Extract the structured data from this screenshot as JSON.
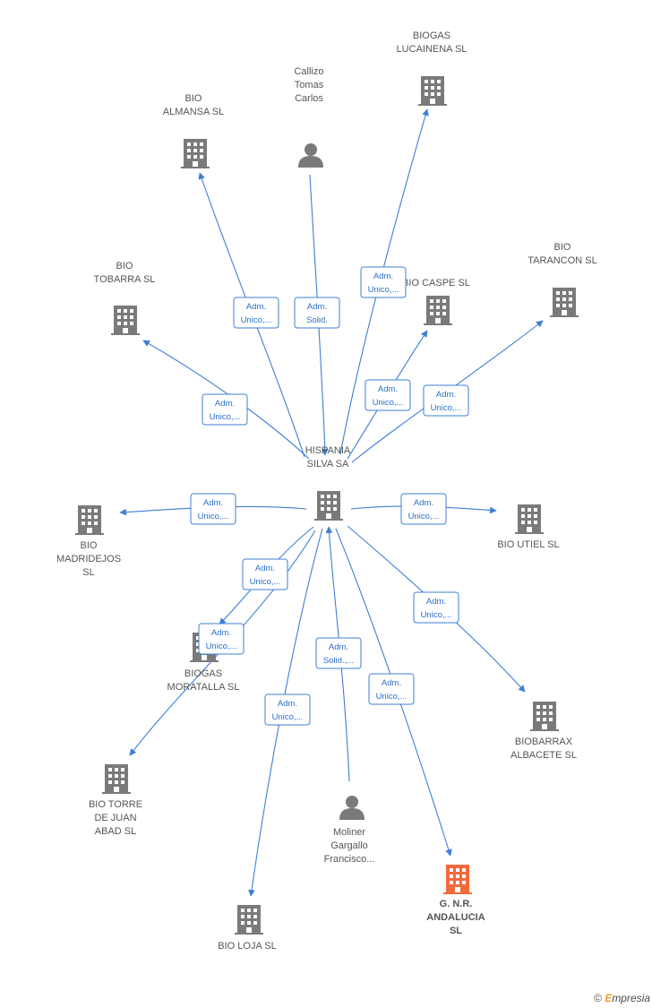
{
  "colors": {
    "edge": "#3d7fd6",
    "node": "#7a7a7a",
    "highlight": "#f26a3c"
  },
  "nodes": [
    {
      "id": "hispania",
      "type": "company",
      "label": [
        "HISPANIA",
        "SILVA SA"
      ],
      "x": 0,
      "y": 0
    },
    {
      "id": "biogas_lucainena",
      "type": "company",
      "label": [
        "BIOGAS",
        "LUCAINENA  SL"
      ]
    },
    {
      "id": "callizo",
      "type": "person",
      "label": [
        "Callizo",
        "Tomas",
        "Carlos"
      ]
    },
    {
      "id": "bio_almansa",
      "type": "company",
      "label": [
        "BIO",
        "ALMANSA  SL"
      ]
    },
    {
      "id": "bio_tobarra",
      "type": "company",
      "label": [
        "BIO",
        "TOBARRA  SL"
      ]
    },
    {
      "id": "bio_caspe",
      "type": "company",
      "label": [
        "BIO CASPE  SL"
      ]
    },
    {
      "id": "bio_tarancon",
      "type": "company",
      "label": [
        "BIO",
        "TARANCON  SL"
      ]
    },
    {
      "id": "bio_madridejos",
      "type": "company",
      "label": [
        "BIO",
        "MADRIDEJOS",
        "SL"
      ]
    },
    {
      "id": "bio_utiel",
      "type": "company",
      "label": [
        "BIO UTIEL  SL"
      ]
    },
    {
      "id": "biogas_moratalla",
      "type": "company",
      "label": [
        "BIOGAS",
        "MORATALLA  SL"
      ]
    },
    {
      "id": "bio_torre",
      "type": "company",
      "label": [
        "BIO TORRE",
        "DE JUAN",
        "ABAD  SL"
      ]
    },
    {
      "id": "biobarrax",
      "type": "company",
      "label": [
        "BIOBARRAX",
        "ALBACETE  SL"
      ]
    },
    {
      "id": "moliner",
      "type": "person",
      "label": [
        "Moliner",
        "Gargallo",
        "Francisco..."
      ]
    },
    {
      "id": "gnr_andalucia",
      "type": "company",
      "highlight": true,
      "label": [
        "G. N.R.",
        "ANDALUCIA",
        "SL"
      ]
    },
    {
      "id": "bio_loja",
      "type": "company",
      "label": [
        "BIO LOJA  SL"
      ]
    }
  ],
  "edges": [
    {
      "from": "hispania",
      "to": "biogas_lucainena",
      "label": [
        "Adm.",
        "Unico,..."
      ]
    },
    {
      "from": "callizo",
      "to": "hispania",
      "label": [
        "Adm.",
        "Solid."
      ]
    },
    {
      "from": "hispania",
      "to": "bio_almansa",
      "label": [
        "Adm.",
        "Unico,..."
      ]
    },
    {
      "from": "hispania",
      "to": "bio_tobarra",
      "label": [
        "Adm.",
        "Unico,..."
      ]
    },
    {
      "from": "hispania",
      "to": "bio_caspe",
      "label": [
        "Adm.",
        "Unico,..."
      ]
    },
    {
      "from": "hispania",
      "to": "bio_tarancon",
      "label": [
        "Adm.",
        "Unico,..."
      ]
    },
    {
      "from": "hispania",
      "to": "bio_madridejos",
      "label": [
        "Adm.",
        "Unico,..."
      ]
    },
    {
      "from": "hispania",
      "to": "bio_utiel",
      "label": [
        "Adm.",
        "Unico,..."
      ]
    },
    {
      "from": "hispania",
      "to": "biogas_moratalla",
      "label": [
        "Adm.",
        "Unico,..."
      ]
    },
    {
      "from": "hispania",
      "to": "bio_torre",
      "label": [
        "Adm.",
        "Unico,..."
      ]
    },
    {
      "from": "hispania",
      "to": "biobarrax",
      "label": [
        "Adm.",
        "Unico,..."
      ]
    },
    {
      "from": "moliner",
      "to": "hispania",
      "label": [
        "Adm.",
        "Solid.,..."
      ]
    },
    {
      "from": "hispania",
      "to": "gnr_andalucia",
      "label": [
        "Adm.",
        "Unico,..."
      ]
    },
    {
      "from": "hispania",
      "to": "bio_loja",
      "label": [
        "Adm.",
        "Unico,..."
      ]
    }
  ],
  "footer": {
    "copyright": "©",
    "brand_first": "E",
    "brand_rest": "mpresia"
  }
}
